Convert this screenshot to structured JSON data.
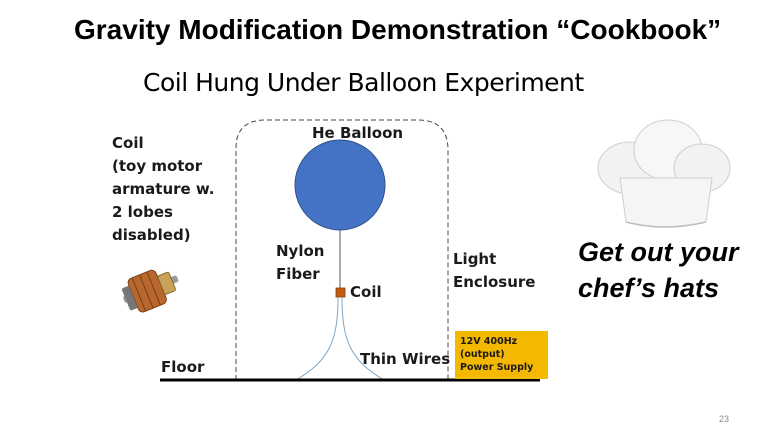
{
  "slide": {
    "title": "Gravity Modification Demonstration “Cookbook”",
    "subtitle": "Coil Hung Under Balloon Experiment",
    "page_number": "23"
  },
  "labels": {
    "he_balloon": "He Balloon",
    "coil_description": [
      "Coil",
      "(toy motor",
      "armature w.",
      "2 lobes",
      "disabled)"
    ],
    "nylon_fiber": [
      "Nylon",
      "Fiber"
    ],
    "coil": "Coil",
    "light_enclosure": [
      "Light",
      "Enclosure"
    ],
    "thin_wires": "Thin Wires",
    "floor": "Floor",
    "power_supply": [
      "12V 400Hz",
      "(output)",
      "Power Supply"
    ]
  },
  "tagline": [
    "Get out your",
    "chef’s hats"
  ],
  "colors": {
    "balloon": "#4472c4",
    "coil": "#c55a11",
    "power_supply": "#f5b800",
    "floor": "#000000"
  },
  "icons": {
    "motor_armature": "motor-armature-icon",
    "chef_hat": "chef-hat-icon"
  }
}
